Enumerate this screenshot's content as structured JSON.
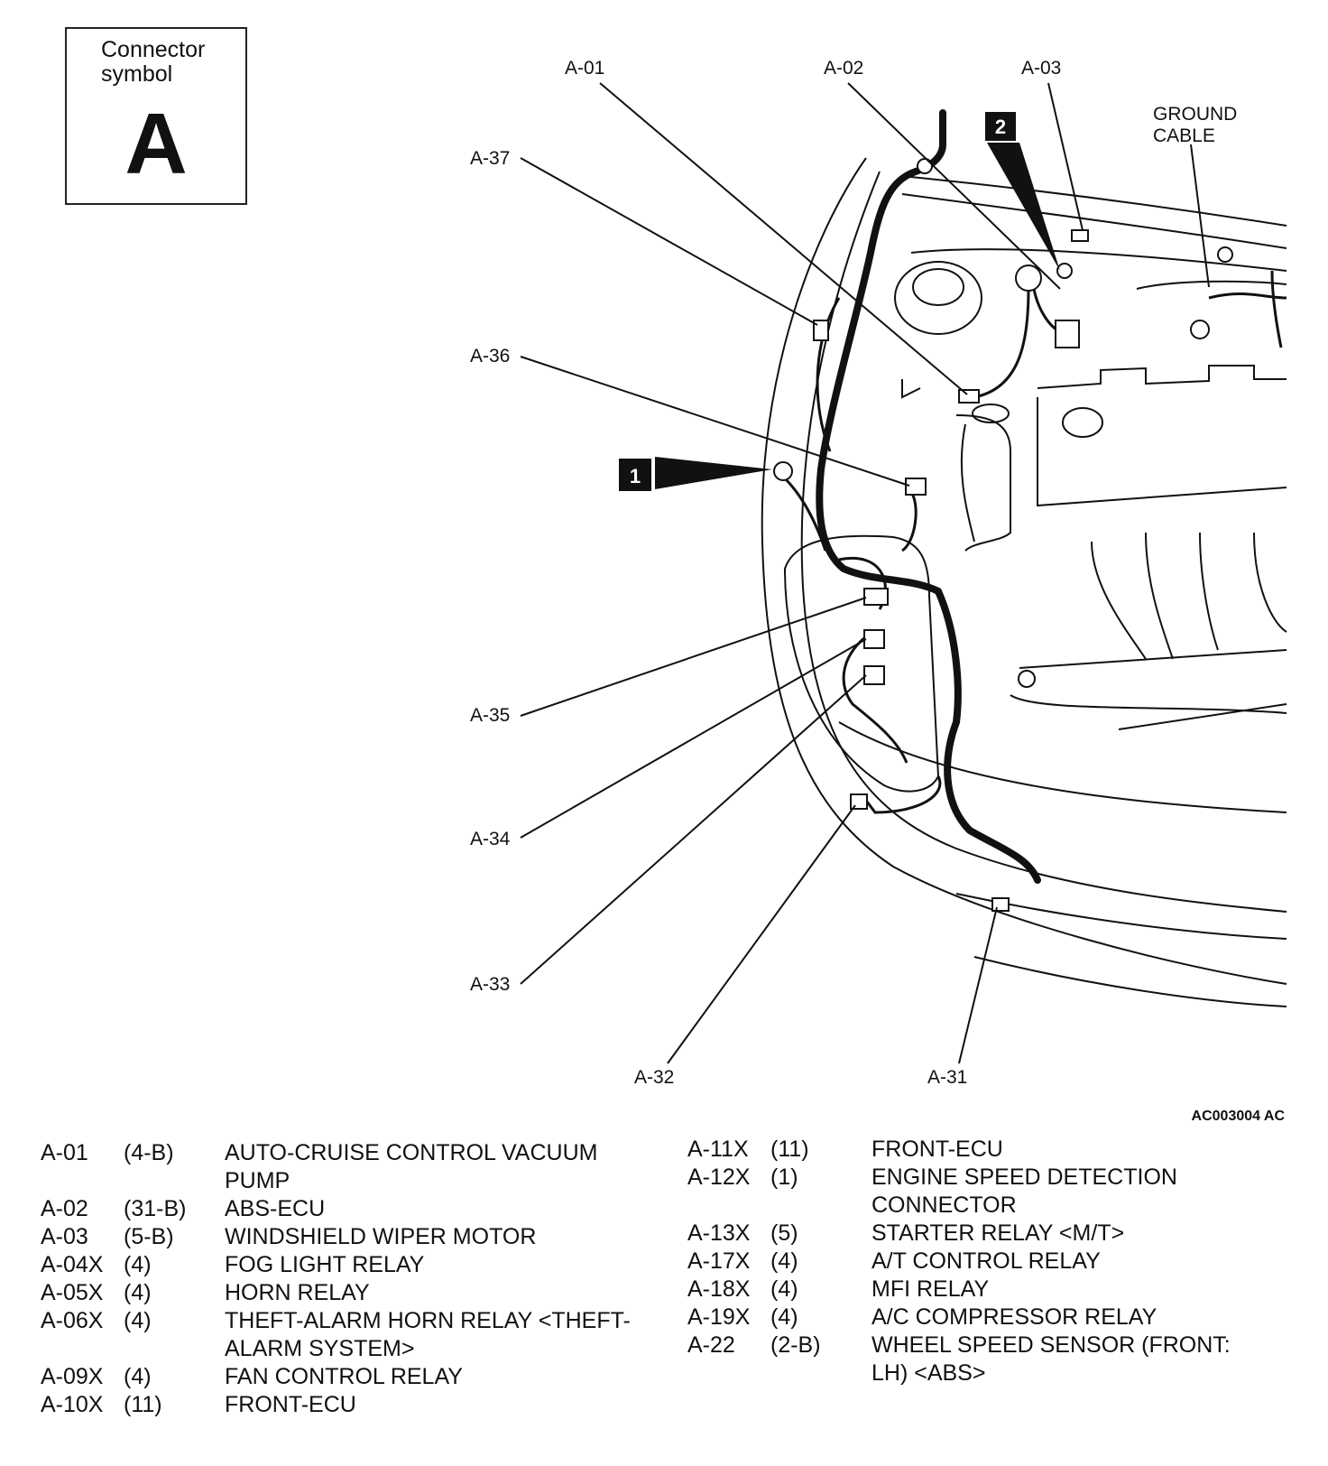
{
  "symbol": {
    "title": "Connector\nsymbol",
    "letter": "A"
  },
  "labels": {
    "a01": "A-01",
    "a02": "A-02",
    "a03": "A-03",
    "ground": "GROUND",
    "cable": "CABLE",
    "a37": "A-37",
    "a36": "A-36",
    "a35": "A-35",
    "a34": "A-34",
    "a33": "A-33",
    "a32": "A-32",
    "a31": "A-31",
    "marker1": "1",
    "marker2": "2"
  },
  "code": "AC003004 AC",
  "legend_left": [
    {
      "id": "A-01",
      "pins": "(4-B)",
      "name": "AUTO-CRUISE CONTROL VACUUM PUMP"
    },
    {
      "id": "A-02",
      "pins": "(31-B)",
      "name": "ABS-ECU"
    },
    {
      "id": "A-03",
      "pins": "(5-B)",
      "name": "WINDSHIELD WIPER MOTOR"
    },
    {
      "id": "A-04X",
      "pins": "(4)",
      "name": "FOG LIGHT RELAY"
    },
    {
      "id": "A-05X",
      "pins": "(4)",
      "name": "HORN RELAY"
    },
    {
      "id": "A-06X",
      "pins": "(4)",
      "name": "THEFT-ALARM HORN RELAY <THEFT-ALARM SYSTEM>"
    },
    {
      "id": "A-09X",
      "pins": "(4)",
      "name": "FAN CONTROL RELAY"
    },
    {
      "id": "A-10X",
      "pins": "(11)",
      "name": "FRONT-ECU"
    }
  ],
  "legend_right": [
    {
      "id": "A-11X",
      "pins": "(11)",
      "name": "FRONT-ECU"
    },
    {
      "id": "A-12X",
      "pins": "(1)",
      "name": "ENGINE SPEED DETECTION CONNECTOR"
    },
    {
      "id": "A-13X",
      "pins": "(5)",
      "name": "STARTER RELAY <M/T>"
    },
    {
      "id": "A-17X",
      "pins": "(4)",
      "name": "A/T CONTROL RELAY"
    },
    {
      "id": "A-18X",
      "pins": "(4)",
      "name": "MFI RELAY"
    },
    {
      "id": "A-19X",
      "pins": "(4)",
      "name": "A/C COMPRESSOR RELAY"
    },
    {
      "id": "A-22",
      "pins": "(2-B)",
      "name": "WHEEL SPEED SENSOR (FRONT: LH) <ABS>"
    }
  ]
}
